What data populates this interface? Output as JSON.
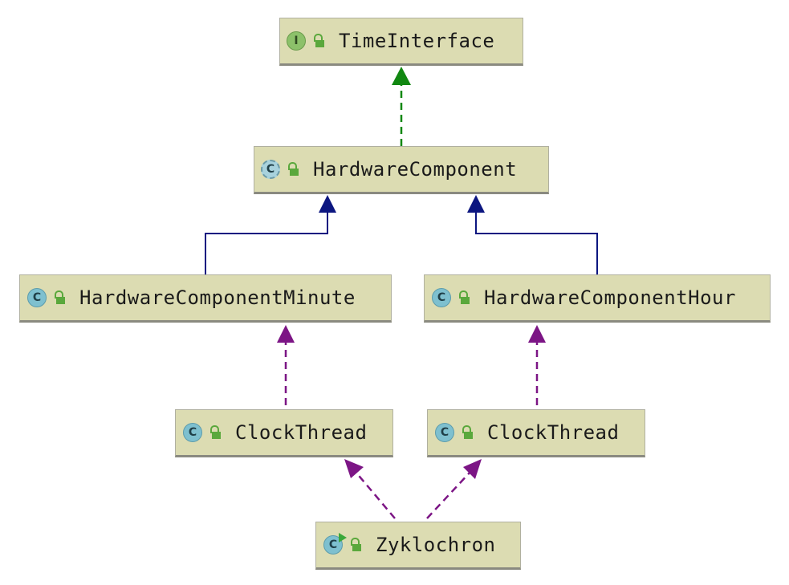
{
  "diagram": {
    "nodes": [
      {
        "id": "time-interface",
        "name": "TimeInterface",
        "kind": "interface"
      },
      {
        "id": "hardware-component",
        "name": "HardwareComponent",
        "kind": "abstract-class"
      },
      {
        "id": "hardware-component-minute",
        "name": "HardwareComponentMinute",
        "kind": "class"
      },
      {
        "id": "hardware-component-hour",
        "name": "HardwareComponentHour",
        "kind": "class"
      },
      {
        "id": "clock-thread-left",
        "name": "ClockThread",
        "kind": "class"
      },
      {
        "id": "clock-thread-right",
        "name": "ClockThread",
        "kind": "class"
      },
      {
        "id": "zyklochron",
        "name": "Zyklochron",
        "kind": "runnable-class"
      }
    ],
    "edges": [
      {
        "from": "hardware-component",
        "to": "time-interface",
        "type": "implements"
      },
      {
        "from": "hardware-component-minute",
        "to": "hardware-component",
        "type": "extends"
      },
      {
        "from": "hardware-component-hour",
        "to": "hardware-component",
        "type": "extends"
      },
      {
        "from": "clock-thread-left",
        "to": "hardware-component-minute",
        "type": "dependency"
      },
      {
        "from": "clock-thread-right",
        "to": "hardware-component-hour",
        "type": "dependency"
      },
      {
        "from": "zyklochron",
        "to": "clock-thread-left",
        "type": "dependency"
      },
      {
        "from": "zyklochron",
        "to": "clock-thread-right",
        "type": "dependency"
      }
    ],
    "badges": {
      "interface": "I",
      "class": "C"
    },
    "colors": {
      "implements": "#118811",
      "extends": "#0c1680",
      "dependency": "#7c1585",
      "node_fill": "#dcdcb2",
      "lock": "#5aa83c"
    }
  }
}
